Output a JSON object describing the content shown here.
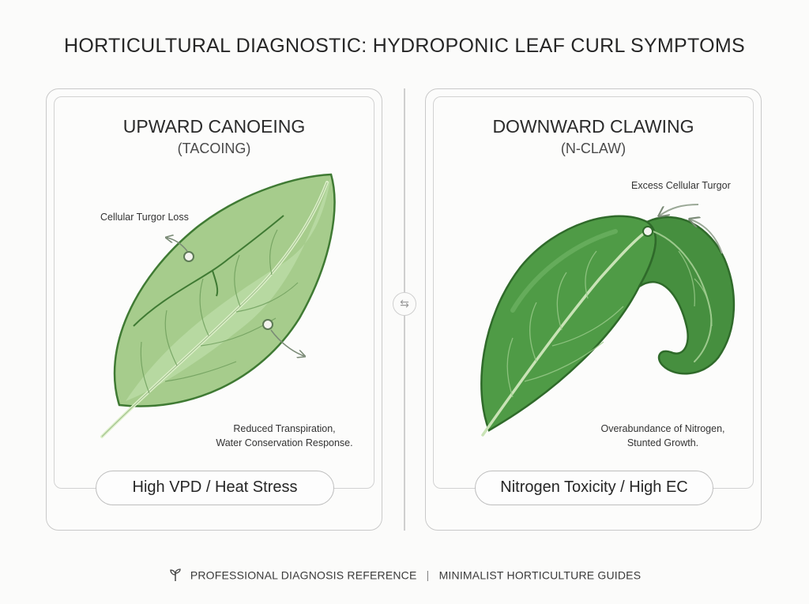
{
  "title": "HORTICULTURAL DIAGNOSTIC: HYDROPONIC LEAF CURL SYMPTOMS",
  "panels": [
    {
      "heading": "UPWARD CANOEING",
      "subheading": "(TACOING)",
      "annotations": {
        "turgor": "Cellular Turgor Loss",
        "effect_line1": "Reduced Transpiration,",
        "effect_line2": "Water Conservation Response."
      },
      "cause": "High VPD / Heat Stress",
      "leaf_color": "#a4c98a"
    },
    {
      "heading": "DOWNWARD CLAWING",
      "subheading": "(N-CLAW)",
      "annotations": {
        "turgor": "Excess Cellular Turgor",
        "effect_line1": "Overabundance of Nitrogen,",
        "effect_line2": "Stunted Growth."
      },
      "cause": "Nitrogen Toxicity / High EC",
      "leaf_color": "#4e9a45"
    }
  ],
  "divider_icon": "swap-arrows-icon",
  "footer": {
    "icon": "sprout-icon",
    "left": "PROFESSIONAL DIAGNOSIS REFERENCE",
    "separator": "|",
    "right": "MINIMALIST HORTICULTURE GUIDES"
  }
}
